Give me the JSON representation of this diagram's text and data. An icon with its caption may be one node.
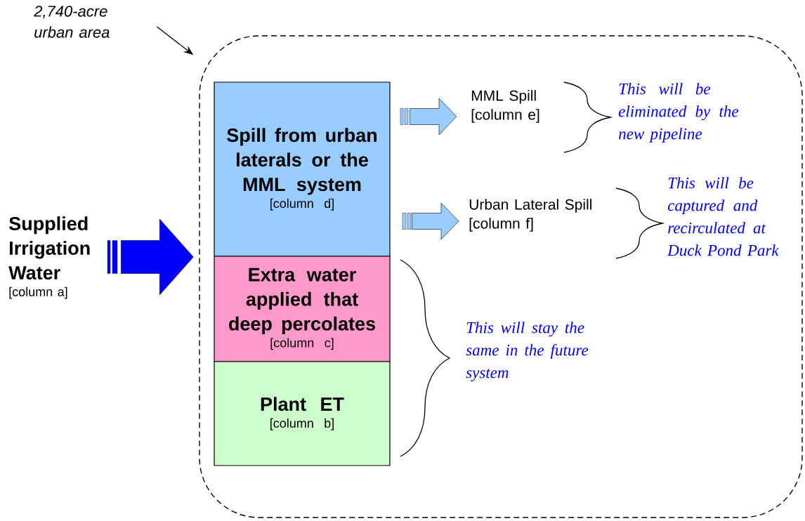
{
  "diagram": {
    "nodes": [
      {
        "text": [],
        "shape": "box"
      },
      {
        "text": [
          "2,740-acre urban area"
        ]
      },
      {
        "text": [
          "Supplied Irrigation Water",
          "[column a]"
        ]
      },
      {
        "text": [
          "Spill from urban laterals or the MML system",
          "[column d]"
        ],
        "in": 0
      },
      {
        "text": [
          "Extra water applied that deep percolates",
          "[column c]"
        ],
        "in": 0
      },
      {
        "text": [
          "Plant ET",
          "[column b]"
        ],
        "in": 0
      },
      {
        "text": [
          "MML Spill",
          "[column e]"
        ],
        "in": 0
      },
      {
        "text": [
          "Urban Lateral Spill",
          "[column f]"
        ],
        "in": 0
      }
    ],
    "edges": [
      {
        "from": 1,
        "to": 0,
        "arrow": "to",
        "color": "#000000"
      },
      {
        "from": 2,
        "to": 0,
        "arrow": "to",
        "style": "thick",
        "color": "#0000ff"
      },
      {
        "from": 3,
        "to": 6,
        "arrow": "to",
        "style": "thick",
        "color": "#99ccff"
      },
      {
        "from": 3,
        "to": 7,
        "arrow": "to",
        "style": "thick",
        "color": "#99ccff"
      }
    ],
    "labels": [
      "This will be eliminated by the new pipeline",
      "This will be captured and recirculated at Duck Pond Park",
      "This will stay the same in the future system"
    ]
  }
}
